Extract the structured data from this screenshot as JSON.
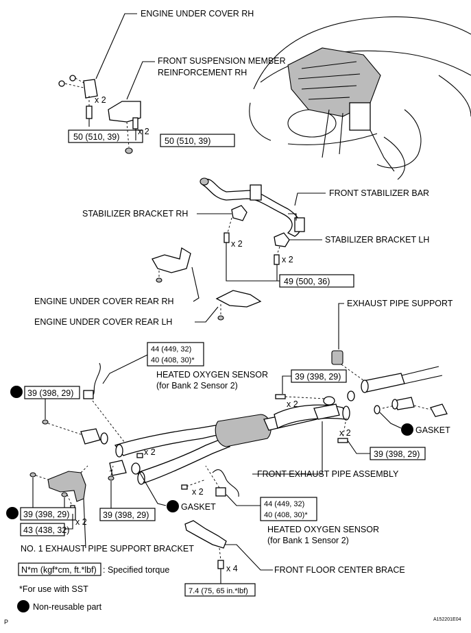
{
  "labels": {
    "engine_under_cover_rh": "ENGINE UNDER COVER RH",
    "front_suspension_member_line1": "FRONT SUSPENSION MEMBER",
    "front_suspension_member_line2": "REINFORCEMENT RH",
    "front_stabilizer_bar": "FRONT STABILIZER BAR",
    "stabilizer_bracket_rh": "STABILIZER BRACKET RH",
    "stabilizer_bracket_lh": "STABILIZER BRACKET LH",
    "engine_under_cover_rear_rh": "ENGINE UNDER COVER REAR RH",
    "engine_under_cover_rear_lh": "ENGINE UNDER COVER REAR LH",
    "exhaust_pipe_support": "EXHAUST PIPE SUPPORT",
    "heated_oxygen_sensor_b2": "HEATED OXYGEN SENSOR",
    "bank2_note": "(for Bank 2 Sensor 2)",
    "gasket_right": "GASKET",
    "front_exhaust_pipe_assembly": "FRONT EXHAUST PIPE ASSEMBLY",
    "gasket_mid": "GASKET",
    "heated_oxygen_sensor_b1": "HEATED OXYGEN SENSOR",
    "bank1_note": "(for Bank 1 Sensor 2)",
    "no1_exhaust_pipe_support_bracket": "NO. 1 EXHAUST PIPE SUPPORT BRACKET",
    "front_floor_center_brace": "FRONT FLOOR CENTER BRACE"
  },
  "torques": {
    "t1": "50 (510, 39)",
    "t2": "50 (510, 39)",
    "t3": "49 (500, 36)",
    "t4_line1": "44 (449, 32)",
    "t4_line2": "40 (408, 30)*",
    "t5": "39 (398, 29)",
    "t6": "39 (398, 29)",
    "t7": "39 (398, 29)",
    "t8_line1": "44 (449, 32)",
    "t8_line2": "40 (408, 30)*",
    "t9": "39 (398, 29)",
    "t10": "39 (398, 29)",
    "t11": "43 (438, 32)",
    "t12": "7.4 (75, 65 in.*lbf)"
  },
  "qty": {
    "q1": "x 2",
    "q2": "x 2",
    "q3": "x 2",
    "q4": "x 2",
    "q5": "x 2",
    "q6": "x 2",
    "q7": "x 2",
    "q8": "x 2",
    "q9": "x 2",
    "q10": "x 4"
  },
  "legend": {
    "torque_key": "N*m (kgf*cm, ft.*lbf)",
    "torque_desc": ": Specified torque",
    "sst_note": "*For use with SST",
    "non_reusable": "Non-reusable part"
  },
  "footer": {
    "left_mark": "P",
    "figure_id": "A152201E04"
  }
}
